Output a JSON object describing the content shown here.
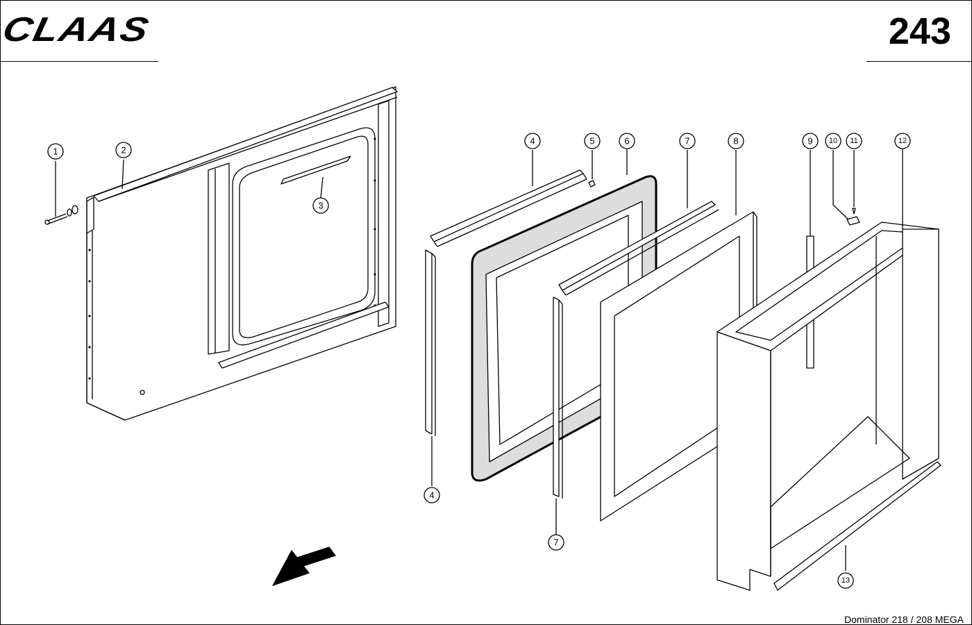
{
  "header": {
    "brand": "CLAAS",
    "page_number": "243"
  },
  "footer": {
    "model": "Dominator 218 / 208 MEGA"
  },
  "callouts": [
    "1",
    "2",
    "3",
    "4",
    "5",
    "6",
    "7",
    "8",
    "9",
    "10",
    "11",
    "12",
    "13",
    "4",
    "7"
  ],
  "icons": {
    "direction_arrow": "arrow-down-left-icon"
  }
}
